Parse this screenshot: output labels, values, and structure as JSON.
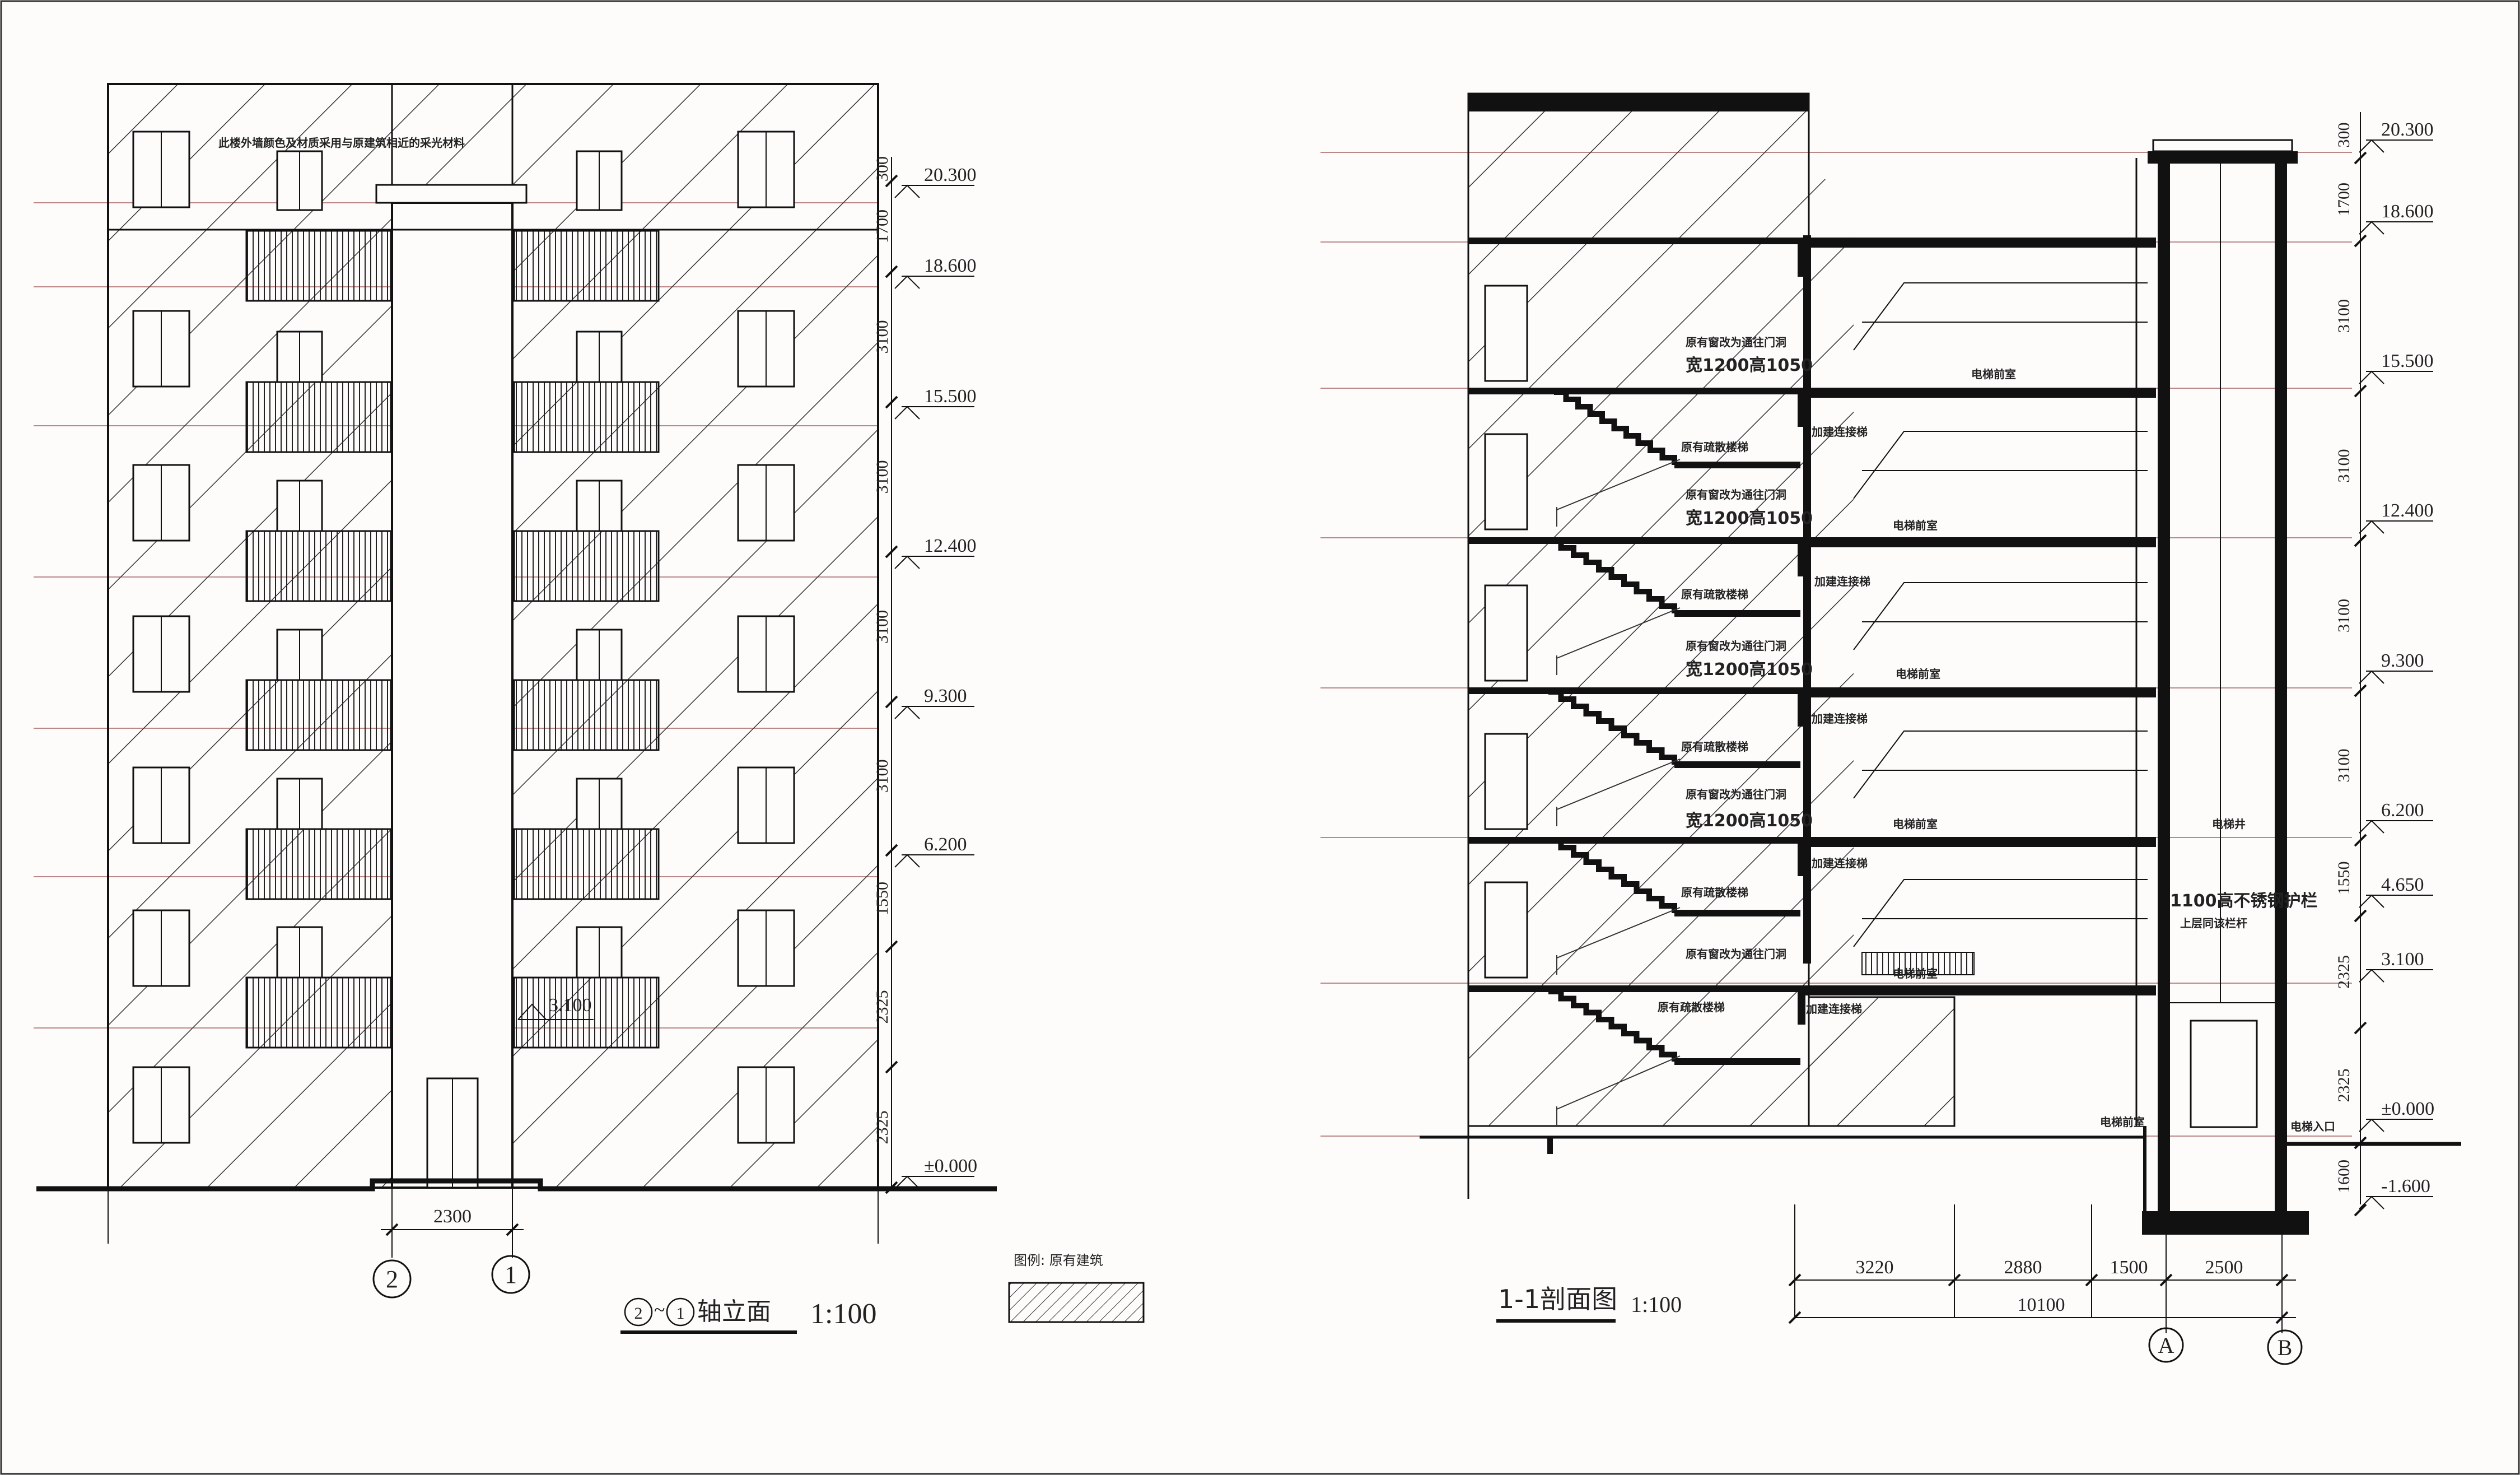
{
  "left_view": {
    "note": "此楼外墙颜色及材质采用与原建筑相近的采光材料",
    "levels": [
      "20.300",
      "18.600",
      "15.500",
      "12.400",
      "9.300",
      "6.200",
      "±0.000"
    ],
    "dims_vertical": [
      "300",
      "1700",
      "3100",
      "3100",
      "3100",
      "3100",
      "1550",
      "2325",
      "2325"
    ],
    "entry_level": "3.100",
    "dim_horizontal": "2300",
    "axis_2": "2",
    "axis_1": "1",
    "title_prefix": "~",
    "title_main": "轴立面",
    "scale": "1:100"
  },
  "legend": {
    "label": "图例: 原有建筑"
  },
  "right_view": {
    "levels": [
      "20.300",
      "18.600",
      "15.500",
      "12.400",
      "9.300",
      "6.200",
      "4.650",
      "3.100",
      "±0.000",
      "-1.600"
    ],
    "dims_vertical": [
      "300",
      "1700",
      "3100",
      "3100",
      "3100",
      "3100",
      "1550",
      "2325",
      "2325",
      "1600"
    ],
    "notes": {
      "door_open": "原有窗改为通往门洞",
      "door_size": "宽1200高1050",
      "stair": "原有疏散楼梯",
      "add_stair": "加建连接梯",
      "lift_hall": "电梯前室",
      "lift_shaft": "电梯井",
      "lift_entry": "电梯入口",
      "rail_note1": "1100高不锈钢护栏",
      "rail_note2": "上层同该栏杆"
    },
    "dims_horizontal": [
      "3220",
      "2880",
      "1500",
      "2500"
    ],
    "dim_total": "10100",
    "axis_a": "A",
    "axis_b": "B",
    "title": "1-1剖面图",
    "scale": "1:100"
  }
}
